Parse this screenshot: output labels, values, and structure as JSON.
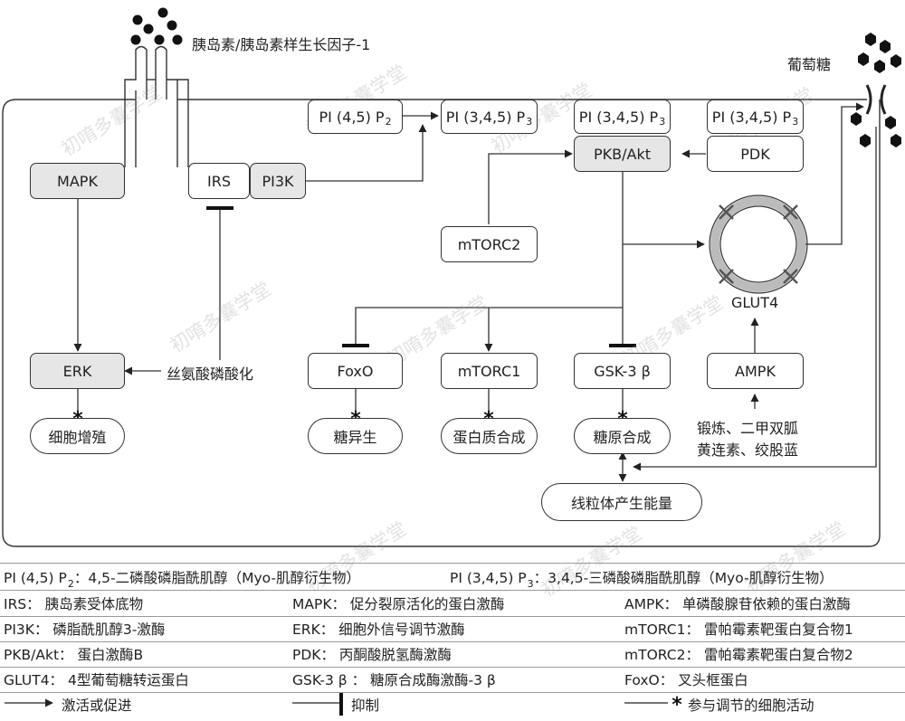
{
  "diagram": {
    "ligand_label": "胰岛素/胰岛素样生长因子-1",
    "glucose_label": "葡萄糖",
    "nodes": {
      "mapk": "MAPK",
      "irs": "IRS",
      "pi3k": "PI3K",
      "pip2": "PI (4,5) P",
      "pip2_sub": "2",
      "pip3_a": "PI (3,4,5) P",
      "pip3_a_sub": "3",
      "pip3_b": "PI (3,4,5) P",
      "pip3_b_sub": "3",
      "pip3_c": "PI (3,4,5) P",
      "pip3_c_sub": "3",
      "pkb": "PKB/Akt",
      "pdk": "PDK",
      "mtorc2": "mTORC2",
      "erk": "ERK",
      "foxo": "FoxO",
      "mtorc1": "mTORC1",
      "gsk3b": "GSK-3 β",
      "ampk": "AMPK",
      "glut4": "GLUT4",
      "cell_proliferation": "细胞增殖",
      "gluconeogenesis": "糖异生",
      "protein_synthesis": "蛋白质合成",
      "glycogen_synthesis": "糖原合成",
      "mito_energy": "线粒体产生能量"
    },
    "serine_phos": "丝氨酸磷酸化",
    "ampk_activators_line1": "锻炼、二甲双胍",
    "ampk_activators_line2": "黄连素、绞股蓝",
    "watermark": "初唷多囊学堂"
  },
  "legend": {
    "pip2_term": "PI (4,5) P",
    "pip2_sub": "2",
    "pip2_desc": "：4,5-二磷酸磷脂酰肌醇（Myo-肌醇衍生物）",
    "pip3_term": "PI (3,4,5) P",
    "pip3_sub": "3",
    "pip3_desc": "：3,4,5-三磷酸磷脂酰肌醇（Myo-肌醇衍生物）",
    "rows": [
      [
        "IRS：  胰岛素受体底物",
        "MAPK：  促分裂原活化的蛋白激酶",
        "AMPK：  单磷酸腺苷依赖的蛋白激酶"
      ],
      [
        "PI3K：  磷脂酰肌醇3-激酶",
        "ERK：  细胞外信号调节激酶",
        "mTORC1：  雷帕霉素靶蛋白复合物1"
      ],
      [
        "PKB/Akt：  蛋白激酶B",
        "PDK：  丙酮酸脱氢酶激酶",
        "mTORC2：  雷帕霉素靶蛋白复合物2"
      ],
      [
        "GLUT4：  4型葡萄糖转运蛋白",
        "GSK-3 β ：  糖原合成酶激酶-3 β",
        "FoxO：  叉头框蛋白"
      ]
    ],
    "key_activate": "激活或促进",
    "key_inhibit": "抑制",
    "key_involved": "参与调节的细胞活动"
  }
}
